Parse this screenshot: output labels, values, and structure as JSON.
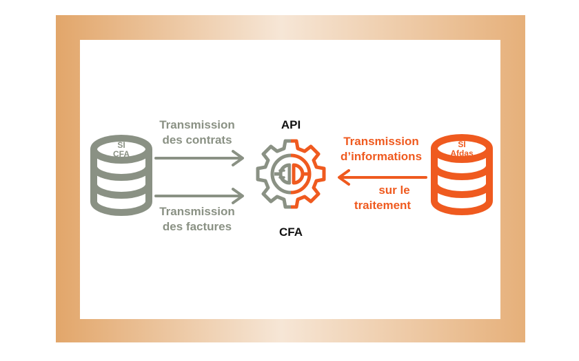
{
  "colors": {
    "frame_left": "#e2a66a",
    "frame_mid": "#f6e6d6",
    "frame_right": "#e6b07a",
    "grey": "#8a9184",
    "orange": "#ef5a1f",
    "black": "#111111"
  },
  "left_db": {
    "line1": "SI",
    "line2": "CFA"
  },
  "right_db": {
    "line1": "SI",
    "line2": "Afdas"
  },
  "api": {
    "top_label": "API",
    "bottom_label": "CFA",
    "icon": "plug-gear-icon"
  },
  "arrow_top": {
    "line1": "Transmission",
    "line2": "des contrats"
  },
  "arrow_bottom": {
    "line1": "Transmission",
    "line2": "des factures"
  },
  "arrow_right": {
    "line1": "Transmission",
    "line2": "d’informations",
    "line3": "sur le",
    "line4": "traitement"
  }
}
